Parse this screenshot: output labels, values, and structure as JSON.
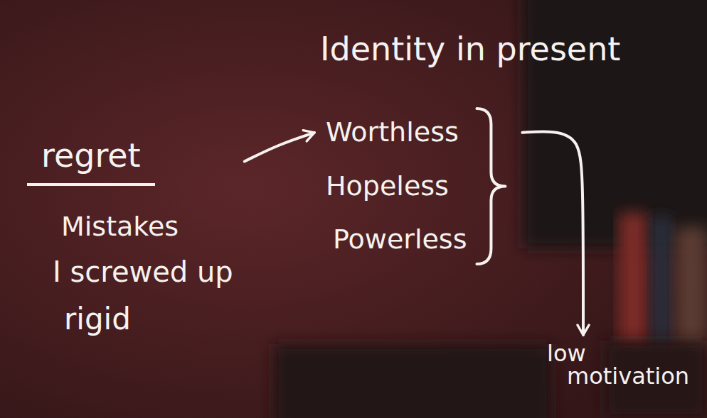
{
  "diagram": {
    "nodes": [
      {
        "text": [
          "regret",
          "Mistakes",
          "I screwed up",
          "rigid"
        ]
      },
      {
        "text": [
          "Identity in present",
          "Worthless",
          "Hopeless",
          "Powerless"
        ]
      },
      {
        "text": [
          "low motivation"
        ]
      }
    ],
    "edges": [
      {
        "from": 0,
        "to": 1,
        "arrow": "to"
      },
      {
        "from": 1,
        "to": 2,
        "arrow": "to"
      }
    ]
  }
}
